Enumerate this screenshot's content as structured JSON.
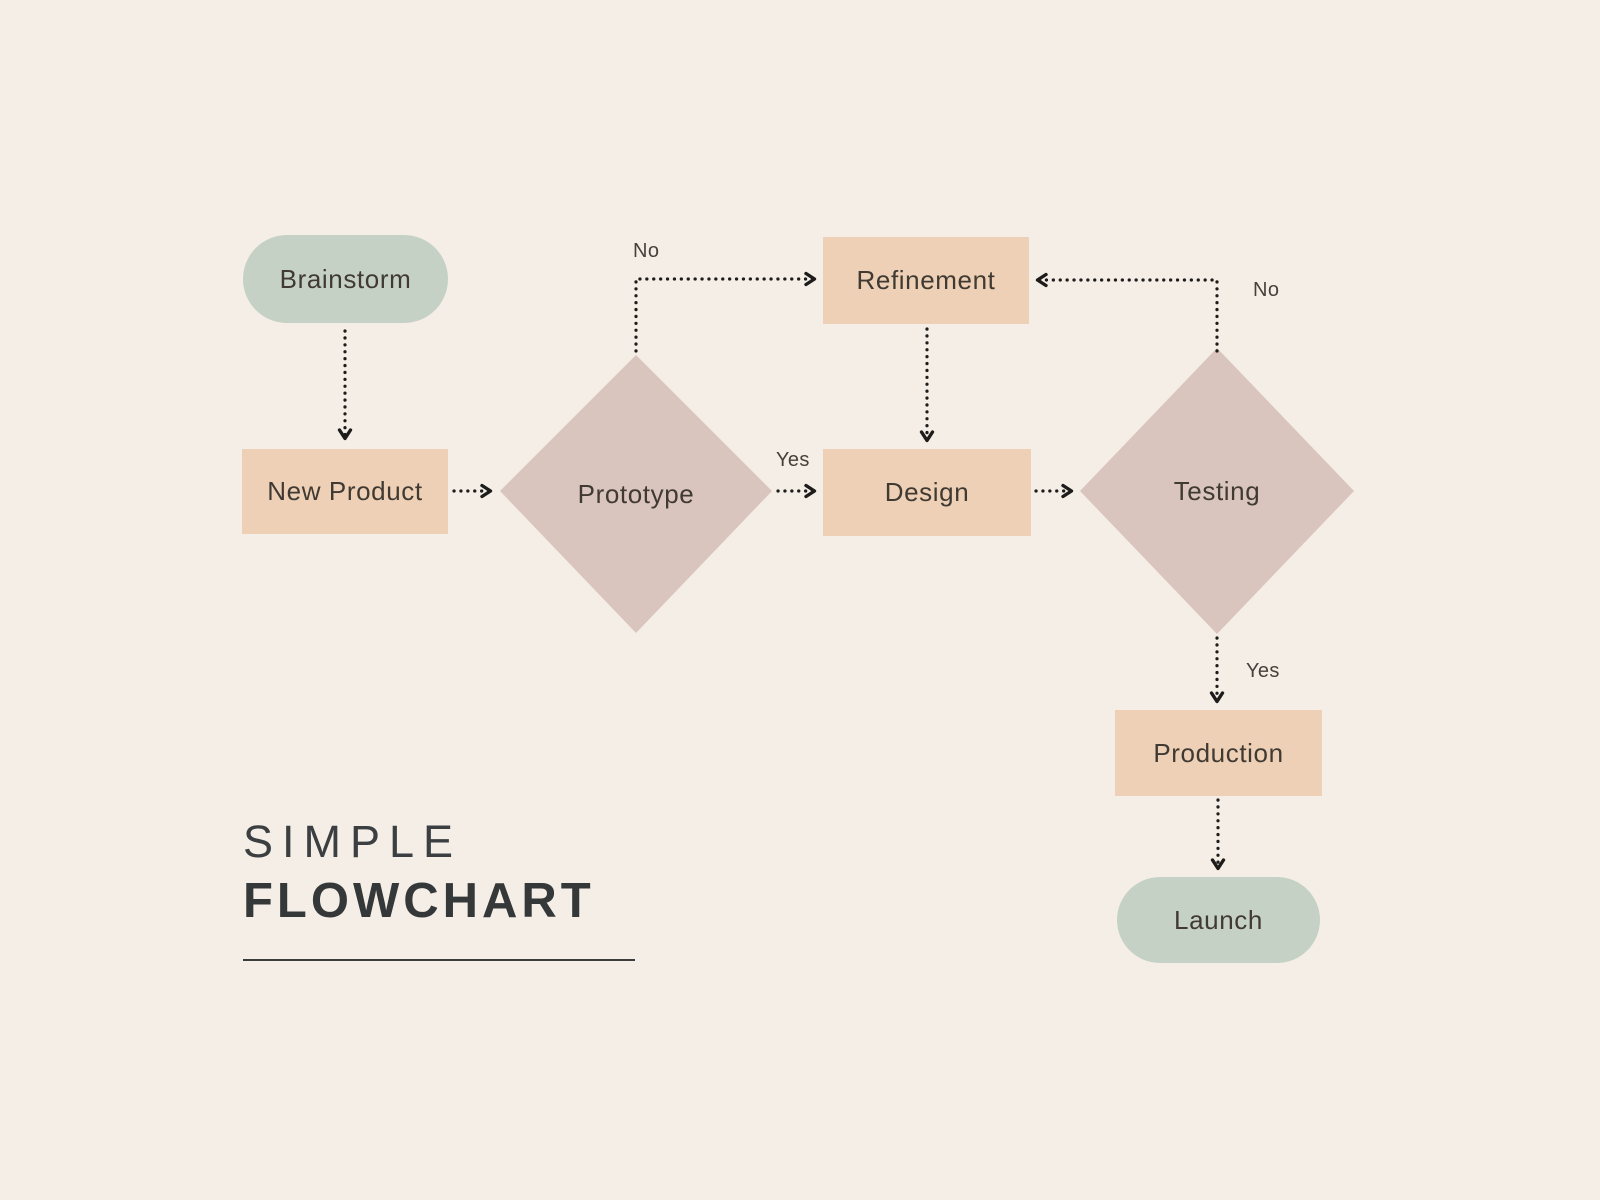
{
  "title": {
    "line1": "SIMPLE",
    "line2": "FLOWCHART"
  },
  "nodes": {
    "brainstorm": {
      "label": "Brainstorm",
      "shape": "pill"
    },
    "new_product": {
      "label": "New Product",
      "shape": "rect"
    },
    "prototype": {
      "label": "Prototype",
      "shape": "diamond"
    },
    "refinement": {
      "label": "Refinement",
      "shape": "rect"
    },
    "design": {
      "label": "Design",
      "shape": "rect"
    },
    "testing": {
      "label": "Testing",
      "shape": "diamond"
    },
    "production": {
      "label": "Production",
      "shape": "rect"
    },
    "launch": {
      "label": "Launch",
      "shape": "pill"
    }
  },
  "edges": {
    "prototype_to_refinement_label": "No",
    "prototype_to_design_label": "Yes",
    "testing_to_refinement_label": "No",
    "testing_to_production_label": "Yes"
  },
  "colors": {
    "background": "#f4eee6",
    "pill_fill": "#c6d1c6",
    "rect_fill": "#edd0b5",
    "diamond_fill": "#d9c5bd",
    "connector": "#1e1c1a",
    "node_text": "#403a33",
    "title_text": "#343839"
  }
}
